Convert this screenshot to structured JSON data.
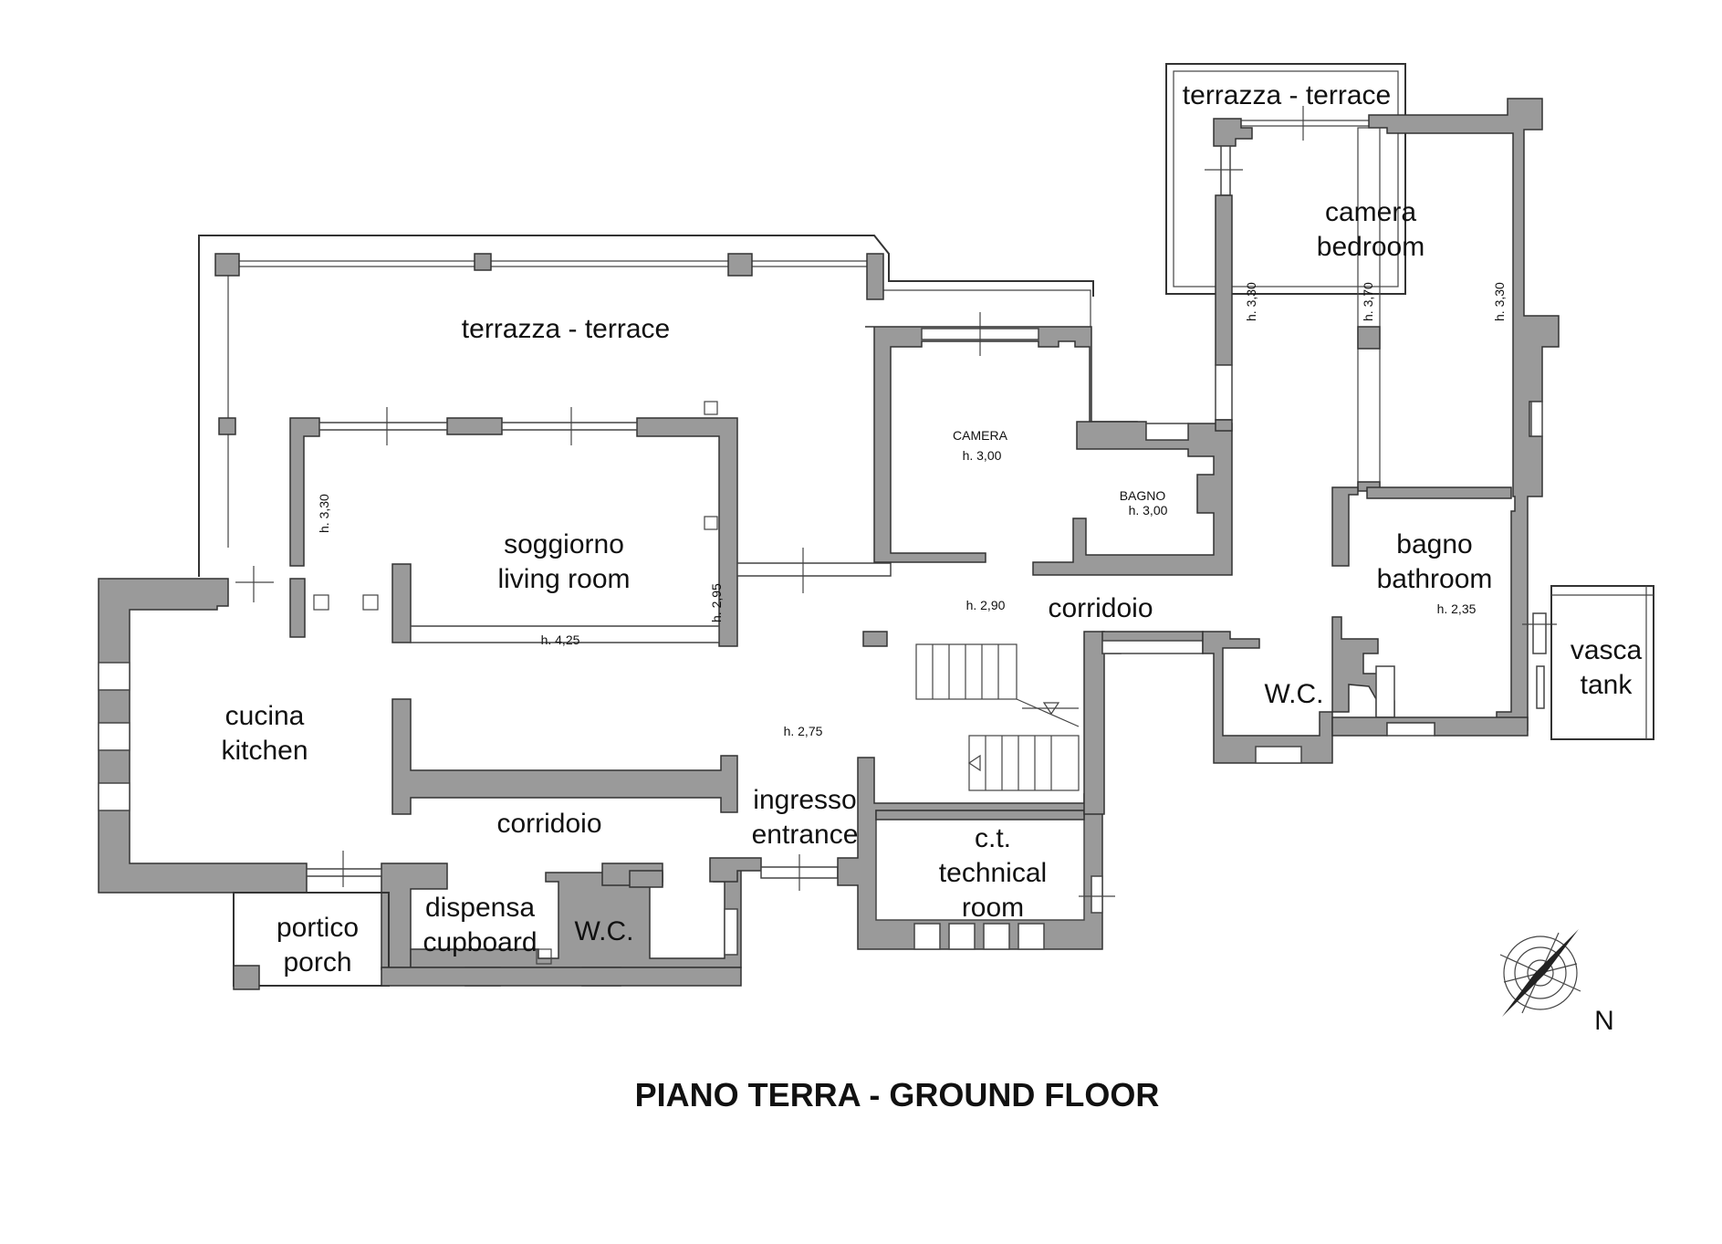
{
  "title": "PIANO TERRA - GROUND FLOOR",
  "compass_label": "N",
  "colors": {
    "wall": "#9a9a9a",
    "line": "#333333",
    "background": "#ffffff"
  },
  "rooms": {
    "terrace_left": "terrazza - terrace",
    "terrace_top_right": "terrazza - terrace",
    "living_it": "soggiorno",
    "living_en": "living room",
    "kitchen_it": "cucina",
    "kitchen_en": "kitchen",
    "corridor_lower": "corridoio",
    "corridor_upper": "corridoio",
    "entrance_it": "ingresso",
    "entrance_en": "entrance",
    "tech_it": "c.t.",
    "tech_en1": "technical",
    "tech_en2": "room",
    "porch_it": "portico",
    "porch_en": "porch",
    "pantry_it": "dispensa",
    "pantry_en": "cupboard",
    "wc_lower": "W.C.",
    "wc_right": "W.C.",
    "camera_small": "CAMERA",
    "bagno_small": "BAGNO",
    "bedroom_it": "camera",
    "bedroom_en": "bedroom",
    "bathroom_it": "bagno",
    "bathroom_en": "bathroom",
    "tank_it": "vasca",
    "tank_en": "tank"
  },
  "heights": {
    "living_side": "h. 3,30",
    "living_right": "h. 2,95",
    "living_bottom": "h. 4,25",
    "camera": "h. 3,00",
    "bagno": "h. 3,00",
    "corridor_upper": "h. 2,90",
    "corridor_main": "h. 2,75",
    "bedroom_left": "h. 3,30",
    "bedroom_mid": "h. 3,70",
    "bedroom_right": "h. 3,30",
    "bathroom": "h. 2,35"
  }
}
